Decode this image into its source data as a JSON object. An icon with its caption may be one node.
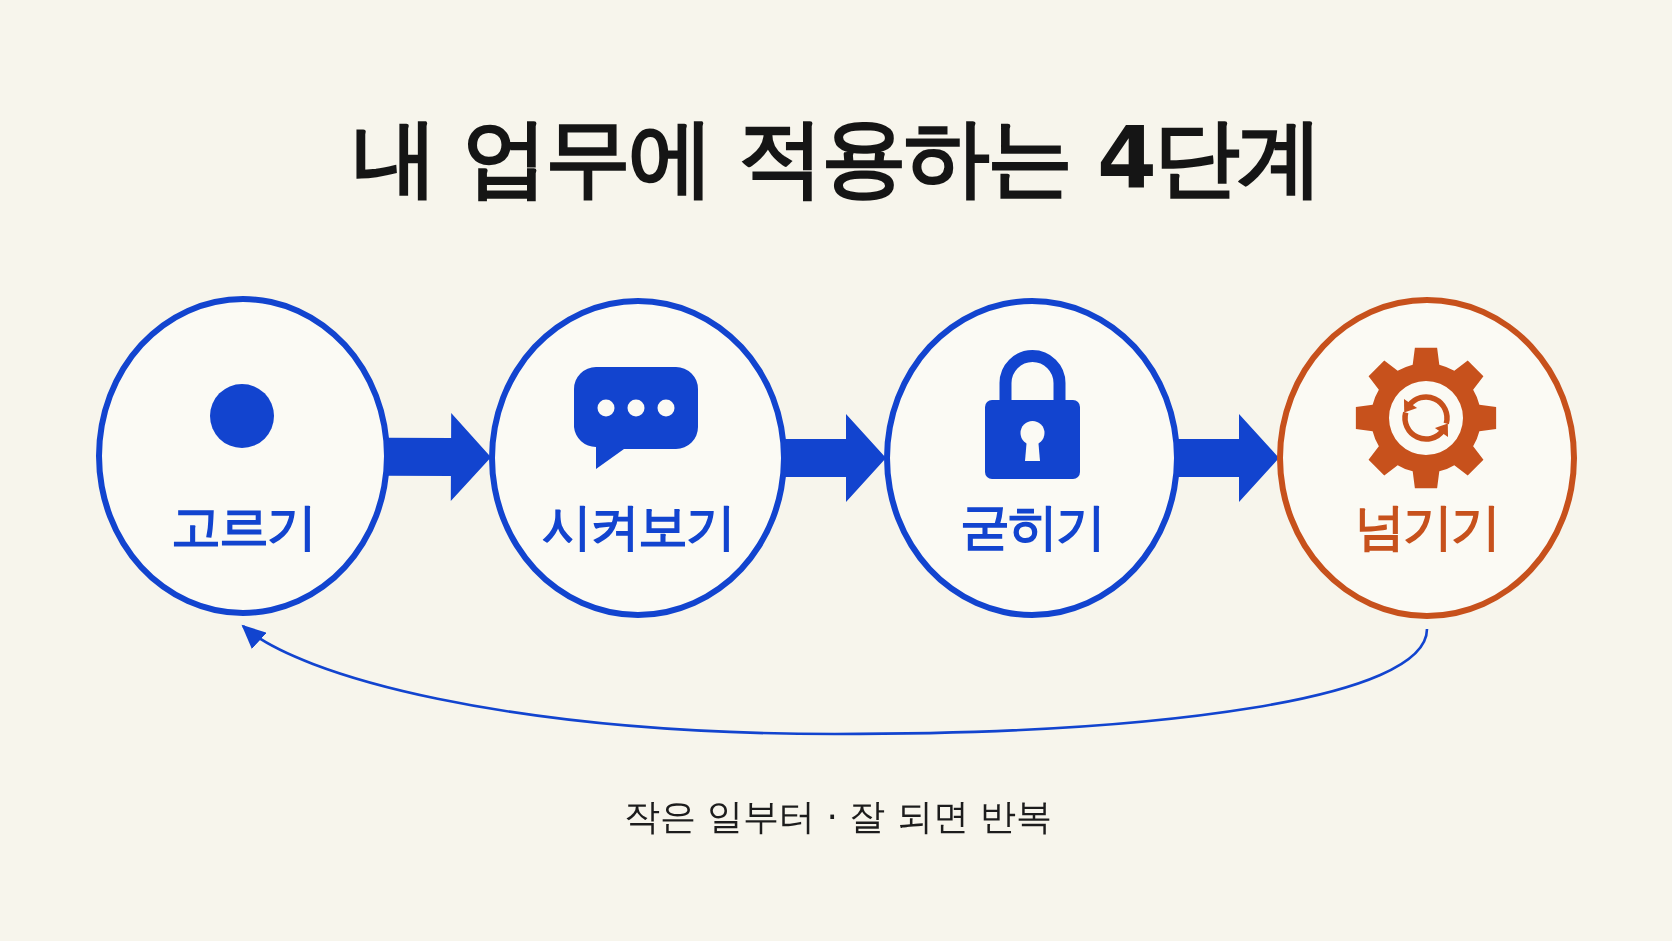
{
  "diagram": {
    "title": "내 업무에 적용하는 4단계",
    "nodes": [
      {
        "text": [
          "고르기"
        ]
      },
      {
        "text": [
          "시켜보기"
        ]
      },
      {
        "text": [
          "굳히기"
        ]
      },
      {
        "text": [
          "넘기기"
        ]
      }
    ],
    "edges": [
      {
        "from": 0,
        "to": 1,
        "arrow": "to",
        "style": "thick"
      },
      {
        "from": 1,
        "to": 2,
        "arrow": "to",
        "style": "thick"
      },
      {
        "from": 2,
        "to": 3,
        "arrow": "to",
        "style": "thick"
      },
      {
        "from": 3,
        "to": 0,
        "arrow": "to"
      }
    ],
    "caption": "작은 일부터 · 잘 되면 반복"
  }
}
